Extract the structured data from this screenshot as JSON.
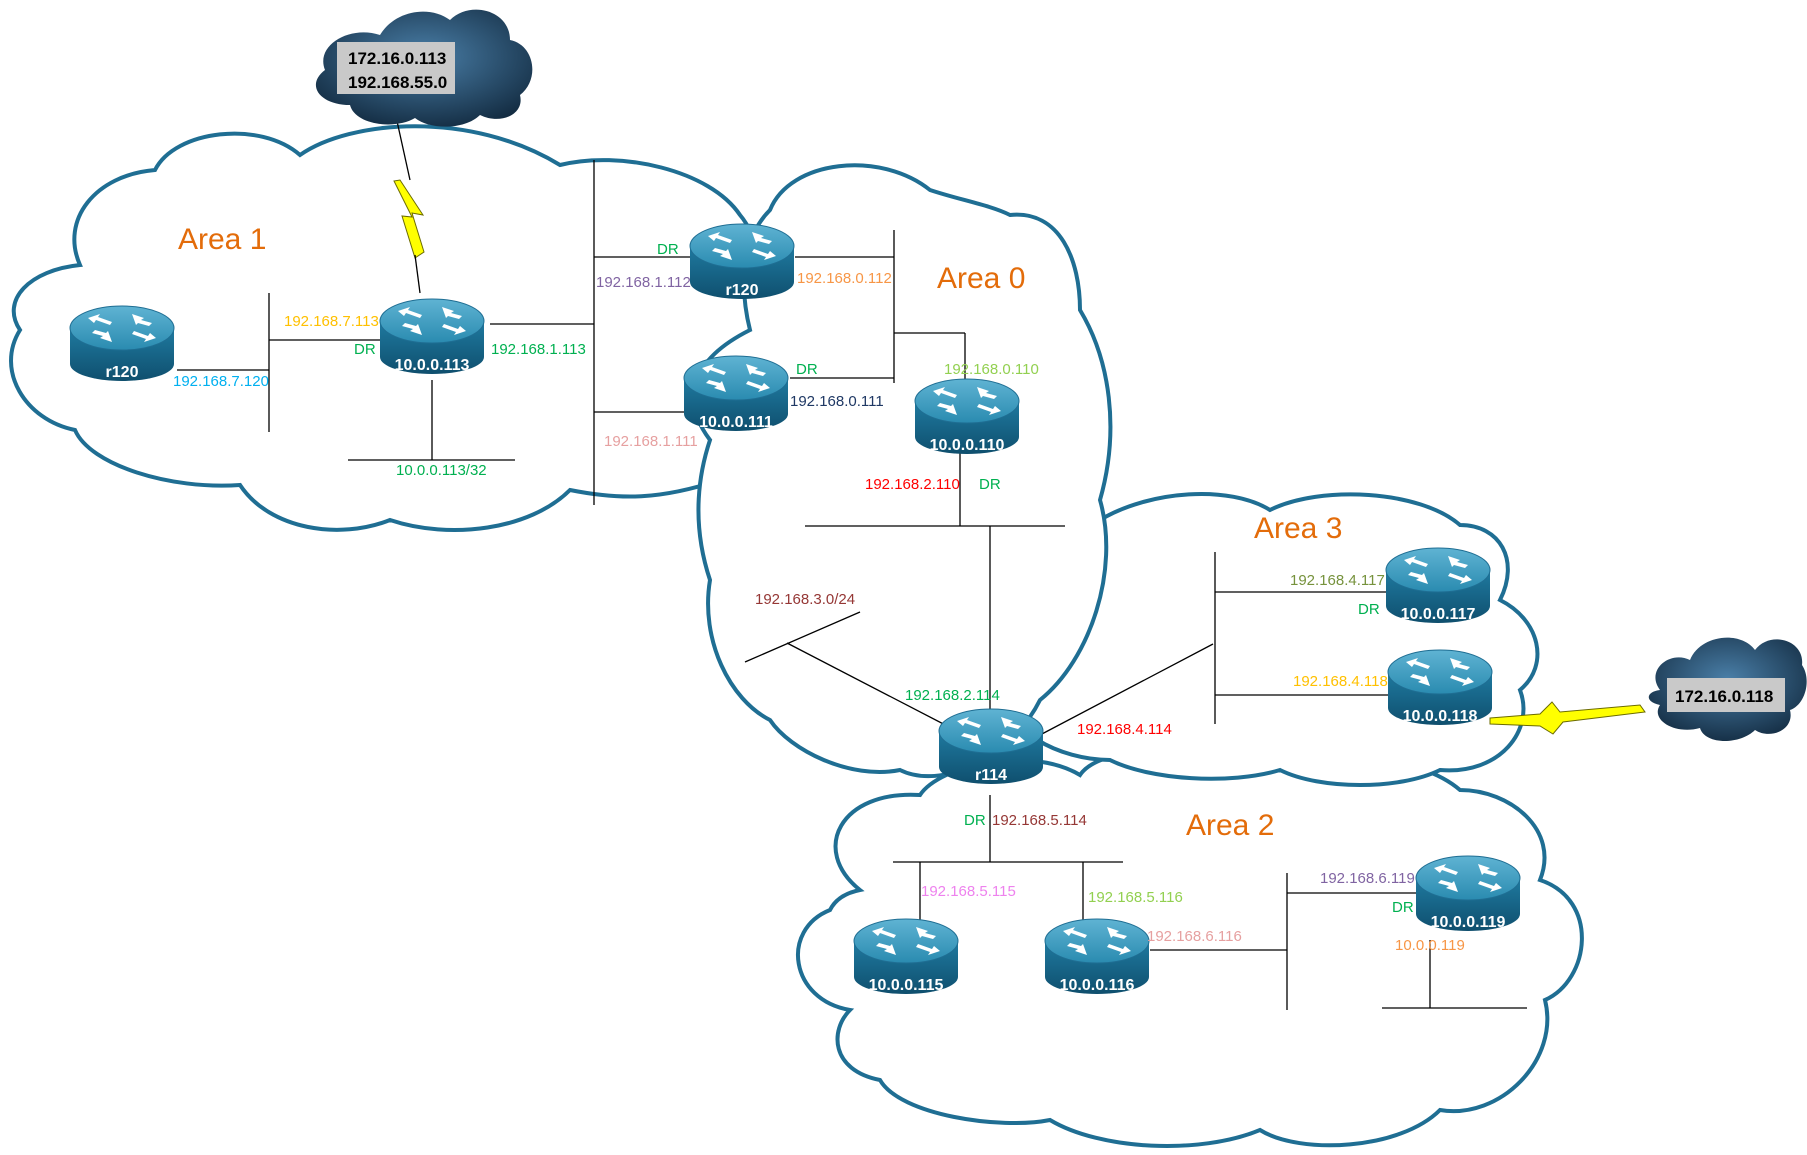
{
  "colors": {
    "area_outline": "#1f6e93",
    "area_label": "#e36c0a",
    "router_body": "#2a8bb0",
    "router_arrows": "#ffffff",
    "external_cloud": "#16324a",
    "serial_link": "#ffff00",
    "dr": "#00b050"
  },
  "areas": [
    {
      "id": "area1",
      "label": "Area 1"
    },
    {
      "id": "area0",
      "label": "Area 0"
    },
    {
      "id": "area3",
      "label": "Area 3"
    },
    {
      "id": "area2",
      "label": "Area 2"
    }
  ],
  "routers": [
    {
      "id": "r120-area1",
      "label": "r120",
      "icon": "router-icon"
    },
    {
      "id": "r113",
      "label": "10.0.0.113",
      "icon": "router-icon"
    },
    {
      "id": "r120-abr",
      "label": "r120",
      "icon": "router-icon"
    },
    {
      "id": "r111",
      "label": "10.0.0.111",
      "icon": "router-icon"
    },
    {
      "id": "r110",
      "label": "10.0.0.110",
      "icon": "router-icon"
    },
    {
      "id": "r114",
      "label": "r114",
      "icon": "router-icon"
    },
    {
      "id": "r117",
      "label": "10.0.0.117",
      "icon": "router-icon"
    },
    {
      "id": "r118",
      "label": "10.0.0.118",
      "icon": "router-icon"
    },
    {
      "id": "r115",
      "label": "10.0.0.115",
      "icon": "router-icon"
    },
    {
      "id": "r116",
      "label": "10.0.0.116",
      "icon": "router-icon"
    },
    {
      "id": "r119",
      "label": "10.0.0.119",
      "icon": "router-icon"
    }
  ],
  "external_networks": [
    {
      "id": "ext-113",
      "lines": [
        "172.16.0.113",
        "192.168.55.0"
      ],
      "icon": "cloud-icon"
    },
    {
      "id": "ext-118",
      "lines": [
        "172.16.0.118"
      ],
      "icon": "cloud-icon"
    }
  ],
  "interface_labels": [
    {
      "id": "ip-7-113",
      "text": "192.168.7.113",
      "color": "#ffc000"
    },
    {
      "id": "ip-7-120",
      "text": "192.168.7.120",
      "color": "#00b0f0"
    },
    {
      "id": "ip-1-113",
      "text": "192.168.1.113",
      "color": "#00b050"
    },
    {
      "id": "ip-113-32",
      "text": "10.0.0.113/32",
      "color": "#00b050"
    },
    {
      "id": "ip-1-112",
      "text": "192.168.1.112",
      "color": "#8064a2"
    },
    {
      "id": "ip-0-112",
      "text": "192.168.0.112",
      "color": "#f79646"
    },
    {
      "id": "ip-0-111",
      "text": "192.168.0.111",
      "color": "#1f3864"
    },
    {
      "id": "ip-1-111",
      "text": "192.168.1.111",
      "color": "#e6a0a0"
    },
    {
      "id": "ip-0-110",
      "text": "192.168.0.110",
      "color": "#92d050"
    },
    {
      "id": "ip-2-110",
      "text": "192.168.2.110",
      "color": "#ff0000"
    },
    {
      "id": "ip-3-0-24",
      "text": "192.168.3.0/24",
      "color": "#953735"
    },
    {
      "id": "ip-2-114",
      "text": "192.168.2.114",
      "color": "#00b050"
    },
    {
      "id": "ip-4-114",
      "text": "192.168.4.114",
      "color": "#ff0000"
    },
    {
      "id": "ip-4-117",
      "text": "192.168.4.117",
      "color": "#76923c"
    },
    {
      "id": "ip-4-118",
      "text": "192.168.4.118",
      "color": "#ffc000"
    },
    {
      "id": "ip-5-114",
      "text": "192.168.5.114",
      "color": "#953735"
    },
    {
      "id": "ip-5-115",
      "text": "192.168.5.115",
      "color": "#ee82ee"
    },
    {
      "id": "ip-5-116",
      "text": "192.168.5.116",
      "color": "#92d050"
    },
    {
      "id": "ip-6-116",
      "text": "192.168.6.116",
      "color": "#e6a0a0"
    },
    {
      "id": "ip-6-119",
      "text": "192.168.6.119",
      "color": "#8064a2"
    },
    {
      "id": "ip-119",
      "text": "10.0.0.119",
      "color": "#f79646"
    }
  ],
  "dr_markers": [
    {
      "id": "dr-113",
      "text": "DR"
    },
    {
      "id": "dr-120",
      "text": "DR"
    },
    {
      "id": "dr-111",
      "text": "DR"
    },
    {
      "id": "dr-110",
      "text": "DR"
    },
    {
      "id": "dr-117",
      "text": "DR"
    },
    {
      "id": "dr-114",
      "text": "DR"
    },
    {
      "id": "dr-119",
      "text": "DR"
    }
  ]
}
